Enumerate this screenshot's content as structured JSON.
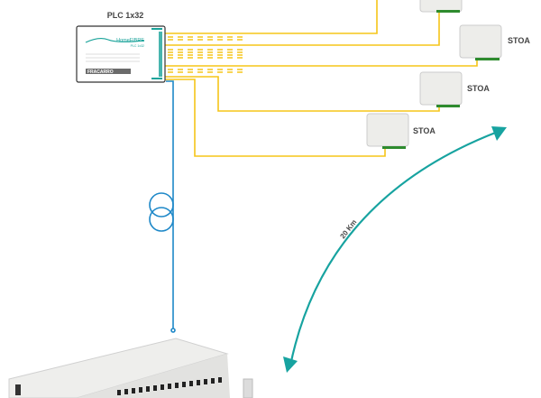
{
  "splitter": {
    "title": "PLC 1x32",
    "brand": "HomeFIBRE",
    "model": "PLC 1x32",
    "maker": "FRACARRO"
  },
  "devices": [
    {
      "label": ""
    },
    {
      "label": "STOA"
    },
    {
      "label": "STOA"
    },
    {
      "label": "STOA"
    }
  ],
  "distance": {
    "label": "20 Km"
  },
  "colors": {
    "drop_fiber": "#f5c518",
    "feeder_fiber": "#1e88c8",
    "distance_arrow": "#17a3a0",
    "brand_teal": "#1aa39a"
  }
}
